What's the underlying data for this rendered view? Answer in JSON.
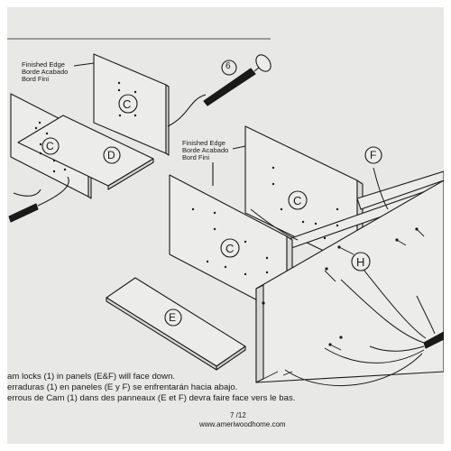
{
  "document": {
    "finished_edge_left": [
      "Finished Edge",
      "Borde Acabado",
      "Bord Fini"
    ],
    "finished_edge_right": [
      "Finished Edge",
      "Borde Acabado",
      "Bord Fini"
    ],
    "part_labels": {
      "c_top": "C",
      "d": "D",
      "c_left": "C",
      "c_mid_back": "C",
      "c_mid_front": "C",
      "f": "F",
      "h": "H",
      "e": "E",
      "screw": "6"
    },
    "instructions": [
      "am locks (1) in panels (E&F) will face down.",
      "erraduras (1) en paneles (E y F) se enfrentarán hacia abajo.",
      "errous de Cam (1) dans des panneaux (E et F) devra faire face vers le bas."
    ],
    "page_number": "7 /12",
    "website": "www.ameriwoodhome.com"
  },
  "colors": {
    "paper": "#e8e8e6",
    "ink": "#1a1a1a",
    "panel_fill": "#ececea"
  }
}
